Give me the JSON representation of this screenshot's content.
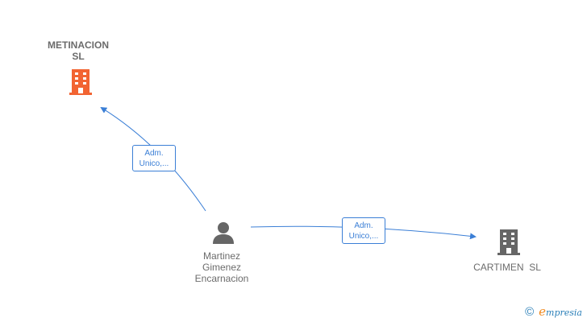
{
  "nodes": {
    "metinacion": {
      "line1": "METINACION",
      "line2": "SL",
      "color": "#f26432"
    },
    "person": {
      "line1": "Martinez",
      "line2": "Gimenez",
      "line3": "Encarnacion",
      "color": "#666666"
    },
    "cartimen": {
      "label": "CARTIMEN  SL",
      "color": "#666666"
    }
  },
  "edges": {
    "to_metinacion": {
      "line1": "Adm.",
      "line2": "Unico,..."
    },
    "to_cartimen": {
      "line1": "Adm.",
      "line2": "Unico,..."
    }
  },
  "colors": {
    "edge": "#3b7fd6"
  },
  "brand": {
    "copyright": "©",
    "initial": "e",
    "rest": "mpresia"
  }
}
